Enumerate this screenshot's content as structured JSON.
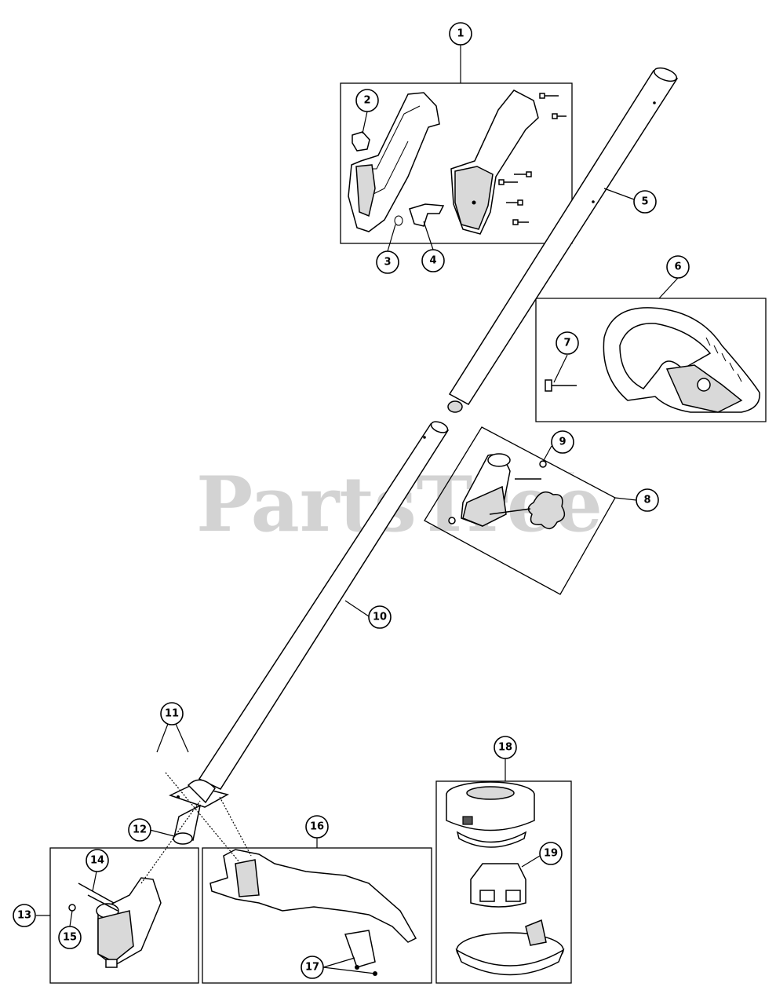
{
  "watermark": {
    "text": "PartsTree",
    "trademark": "™"
  },
  "callouts": [
    "1",
    "2",
    "3",
    "4",
    "5",
    "6",
    "7",
    "8",
    "9",
    "10",
    "11",
    "12",
    "13",
    "14",
    "15",
    "16",
    "17",
    "18",
    "19"
  ]
}
